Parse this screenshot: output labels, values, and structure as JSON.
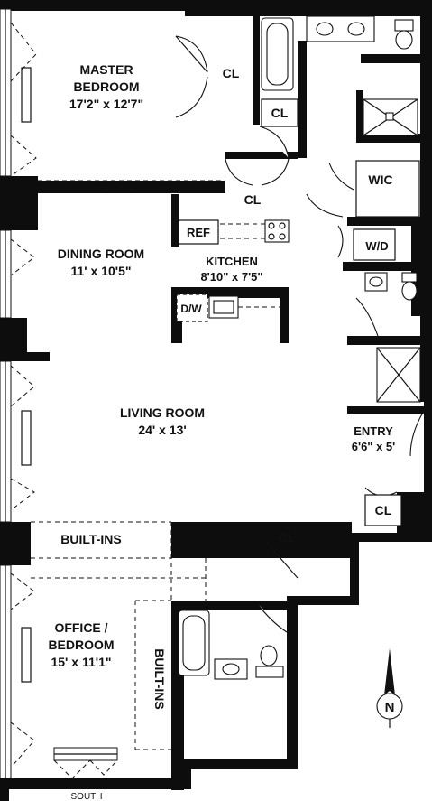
{
  "rooms": {
    "master_bedroom": {
      "name_line1": "MASTER",
      "name_line2": "BEDROOM",
      "dims": "17'2\" x 12'7\""
    },
    "dining_room": {
      "name": "DINING ROOM",
      "dims": "11' x 10'5\""
    },
    "kitchen": {
      "name": "KITCHEN",
      "dims": "8'10\" x 7'5\""
    },
    "living_room": {
      "name": "LIVING ROOM",
      "dims": "24' x 13'"
    },
    "entry": {
      "name": "ENTRY",
      "dims": "6'6\" x 5'"
    },
    "office_bedroom": {
      "name_line1": "OFFICE /",
      "name_line2": "BEDROOM",
      "dims": "15' x 11'1\""
    }
  },
  "labels": {
    "cl": "CL",
    "wic": "WIC",
    "wd": "W/D",
    "ref": "REF",
    "dw": "D/W",
    "built_ins": "BUILT-INS",
    "built_ins_small": "BUILT-INS",
    "built_ins_vertical": "BUILT-INS",
    "south": "SOUTH",
    "north": "N"
  },
  "colors": {
    "wall": "#0d0d0d",
    "background": "#ffffff",
    "line": "#111111"
  }
}
